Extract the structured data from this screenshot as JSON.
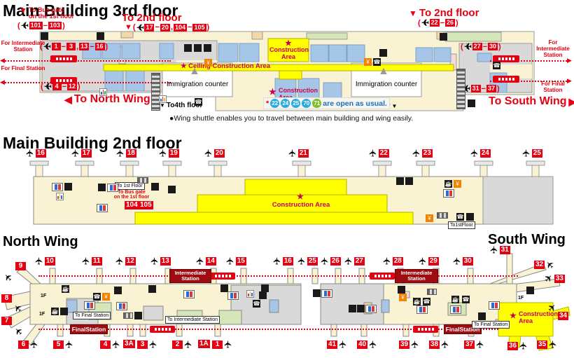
{
  "p": {
    "o": "(",
    "c": ")",
    "d": "−",
    "cm": ","
  },
  "icons": {
    "plane": "✈",
    "star": "★",
    "tri_down": "▼",
    "tri_up": "▲",
    "tri_left": "◀",
    "tri_right": "▶",
    "phone": "☎",
    "coffee": "☕",
    "yen": "¥",
    "asterisk": "*"
  },
  "colors": {
    "red": "#e60012",
    "dark_red": "#9e0b10",
    "construction_text": "#cc0052",
    "floor_cream": "#f9f3d4",
    "construction_yellow": "#ffff00",
    "shop_blue": "#a5c6e6",
    "gray": "#d9d9d9",
    "circle_blue": "#29abe2",
    "circle_green": "#7fbe26",
    "note_blue": "#1a70c0"
  },
  "f3": {
    "title": "Main Building 3rd floor",
    "bus_line1": "To Bus gate",
    "bus_line2": "on the 1st floor",
    "bus_a": "101",
    "bus_b": "103",
    "to2f": "To 2nd floor",
    "l2f_a": "17",
    "l2f_b": "20",
    "l2f_c": "104",
    "l2f_d": "105",
    "r2f_a": "22",
    "r2f_b": "26",
    "r1_a": "1",
    "r1_b": "3",
    "r1_c": "13",
    "r1_d": "16",
    "r2_a": "4",
    "r2_b": "12",
    "r3_a": "27",
    "r3_b": "30",
    "r4_a": "31",
    "r4_b": "37",
    "for_intermediate": "For Intermediate Station",
    "for_final": "For Final Station",
    "to_north_wing": "To North Wing",
    "to_south_wing": "To South Wing",
    "construction": "Construction Area",
    "ceiling": "Ceiling Construction Area",
    "immigration": "Immigration counter",
    "to4f": "To4th floor",
    "open_nums": [
      "22",
      "24",
      "25",
      "70",
      "71"
    ],
    "open_text": "are open as usual.",
    "shuttle_note": "●Wing shuttle enables you to travel between main building and wing easily."
  },
  "f2": {
    "title": "Main Building 2nd floor",
    "gates": [
      "16",
      "17",
      "18",
      "19",
      "20",
      "21",
      "22",
      "23",
      "24",
      "25"
    ],
    "to1f": "To 1st Floor",
    "to1f_r": "To1stFloor",
    "bus_line1": "To Bus gate",
    "bus_line2": "on the 1st floor",
    "g104": "104",
    "g105": "105",
    "construction": "Construction Area"
  },
  "w": {
    "north_title": "North Wing",
    "south_title": "South Wing",
    "north_top": [
      "10",
      "11",
      "12",
      "13",
      "14",
      "15",
      "16"
    ],
    "north_left": [
      "9",
      "8",
      "7"
    ],
    "north_bottom": [
      "6",
      "5",
      "4",
      "3A",
      "3",
      "2",
      "1A",
      "1"
    ],
    "south_top": [
      "25",
      "26",
      "27",
      "28",
      "29",
      "30",
      "31"
    ],
    "south_right": [
      "32",
      "33",
      "34"
    ],
    "south_bottom": [
      "41",
      "40",
      "39",
      "38",
      "37",
      "36",
      "35"
    ],
    "intermediate": "Intermediate Station",
    "final": "FinalStation",
    "to_final": "To Final Station",
    "to_intermediate": "To Intermediate Station",
    "construction": "Construction Area",
    "f1": "1F"
  }
}
